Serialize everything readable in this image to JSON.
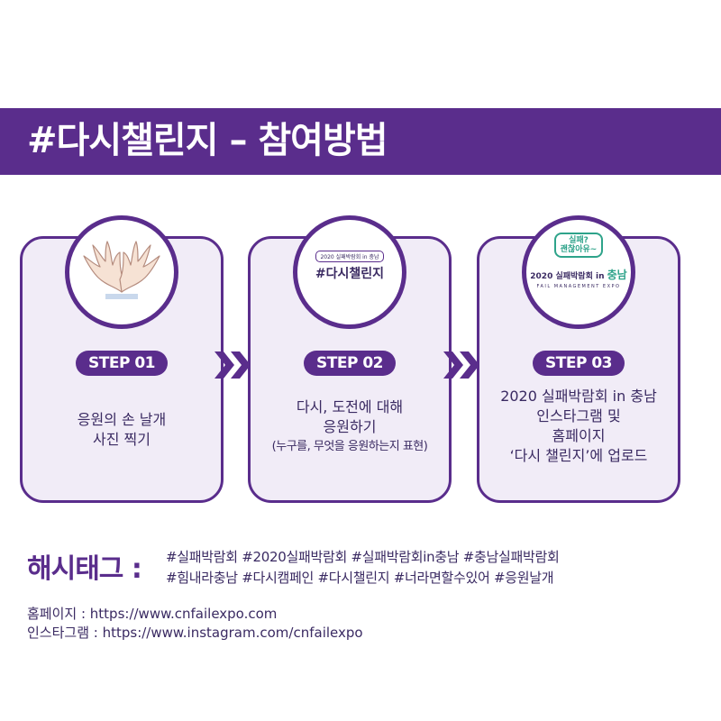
{
  "header": {
    "title": "#다시챌린지 – 참여방법"
  },
  "steps": [
    {
      "label": "STEP 01",
      "lines": [
        "응원의 손 날개",
        "사진 찍기"
      ],
      "note": "",
      "icon": "hands-wing-icon"
    },
    {
      "label": "STEP 02",
      "lines": [
        "다시, 도전에 대해",
        "응원하기"
      ],
      "note": "(누구를, 무엇을 응원하는지 표현)",
      "icon": "challenge-logo",
      "logo": {
        "top": "2020 실패박람회 in 충남",
        "main": "#다시챌린지"
      }
    },
    {
      "label": "STEP 03",
      "lines": [
        "2020 실패박람회 in 충남",
        "인스타그램 및",
        "홈페이지",
        "‘다시 챌린지’에 업로드"
      ],
      "note": "",
      "icon": "expo-logo",
      "logo": {
        "bubble1": "실패?",
        "bubble2": "괜찮아유~",
        "name_prefix": "2020 실패박람회 in ",
        "name_region": "충남",
        "sub": "FAIL MANAGEMENT EXPO"
      }
    }
  ],
  "hashtags": {
    "title": "해시태그 :",
    "lines": [
      "#실패박람회 #2020실패박람회  #실패박람회in충남 #충남실패박람회",
      "#힘내라충남 #다시캠페인 #다시챌린지 #너라면할수있어 #응원날개"
    ]
  },
  "links": {
    "homepage": "홈페이지 : https://www.cnfailexpo.com",
    "instagram": "인스타그램 : https://www.instagram.com/cnfailexpo"
  },
  "colors": {
    "primary": "#5a2d8c",
    "card_bg": "#f1ecf7",
    "accent_green": "#2ea38a"
  }
}
